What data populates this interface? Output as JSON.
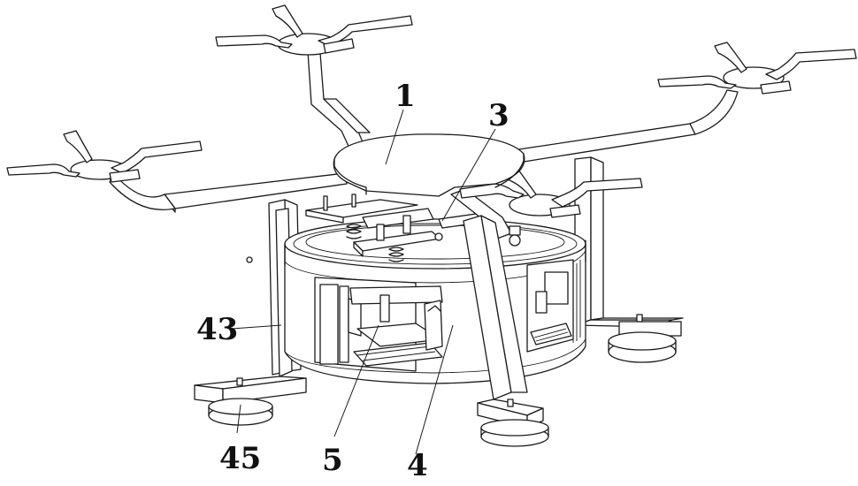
{
  "figure": {
    "callouts": [
      {
        "id": "c1",
        "label": "1"
      },
      {
        "id": "c3",
        "label": "3"
      },
      {
        "id": "c43",
        "label": "43"
      },
      {
        "id": "c45",
        "label": "45"
      },
      {
        "id": "c5",
        "label": "5"
      },
      {
        "id": "c4",
        "label": "4"
      }
    ]
  }
}
